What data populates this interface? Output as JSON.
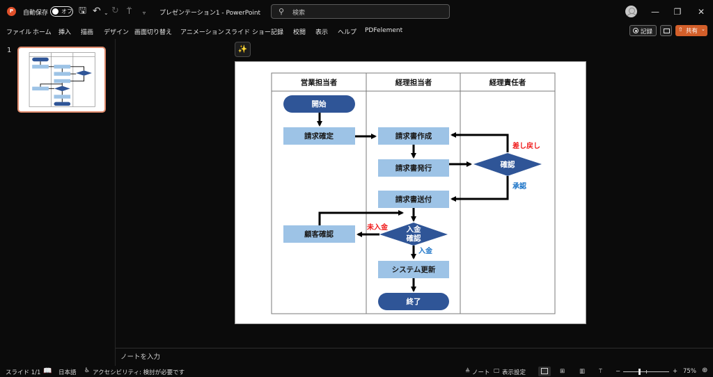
{
  "titlebar": {
    "app_icon": "powerpoint-logo-icon",
    "app_icon_letter": "P",
    "autosave_label": "自動保存",
    "autosave_state": "オフ",
    "quick_access": [
      "save-icon",
      "undo-icon",
      "undo-dropdown-icon",
      "redo-icon",
      "present-icon",
      "customize-qat-icon"
    ],
    "document_title": "プレゼンテーション1  -  PowerPoint",
    "search_placeholder": "検索",
    "window_controls": {
      "minimize": "—",
      "restore": "❐",
      "close": "✕"
    }
  },
  "ribbon": {
    "tabs": [
      "ファイル",
      "ホーム",
      "挿入",
      "描画",
      "デザイン",
      "画面切り替え",
      "アニメーション",
      "スライド ショー",
      "記録",
      "校閲",
      "表示",
      "ヘルプ",
      "PDFelement"
    ],
    "record_label": "記録",
    "share_label": "共有",
    "accent_color": "#d35f2a"
  },
  "thumbnails": [
    {
      "number": "1",
      "selected": true
    }
  ],
  "slide": {
    "lanes": [
      "営業担当者",
      "経理担当者",
      "経理責任者"
    ],
    "nodes": {
      "start": "開始",
      "confirm_request": "請求確定",
      "create_invoice": "請求書作成",
      "issue_invoice": "請求書発行",
      "approve_check": "確認",
      "send_invoice": "請求書送付",
      "payment_check_1": "入金",
      "payment_check_2": "確認",
      "customer_check": "顧客確認",
      "system_update": "システム更新",
      "end": "終了"
    },
    "edge_labels": {
      "send_back": "差し戻し",
      "approved": "承認",
      "unpaid": "未入金",
      "paid": "入金"
    },
    "colors": {
      "process_fill": "#9dc3e6",
      "terminal_fill": "#2f5597",
      "decision_fill": "#2f5597",
      "label_red": "#f01818",
      "label_blue": "#1a73c7"
    }
  },
  "notes_placeholder": "ノートを入力",
  "statusbar": {
    "slide_indicator": "スライド 1/1",
    "language": "日本語",
    "accessibility": "アクセシビリティ: 検討が必要です",
    "notes_label": "ノート",
    "display_settings_label": "表示設定",
    "zoom_minus": "−",
    "zoom_plus": "+",
    "zoom_level": "75%",
    "zoom_fraction": 0.35
  }
}
